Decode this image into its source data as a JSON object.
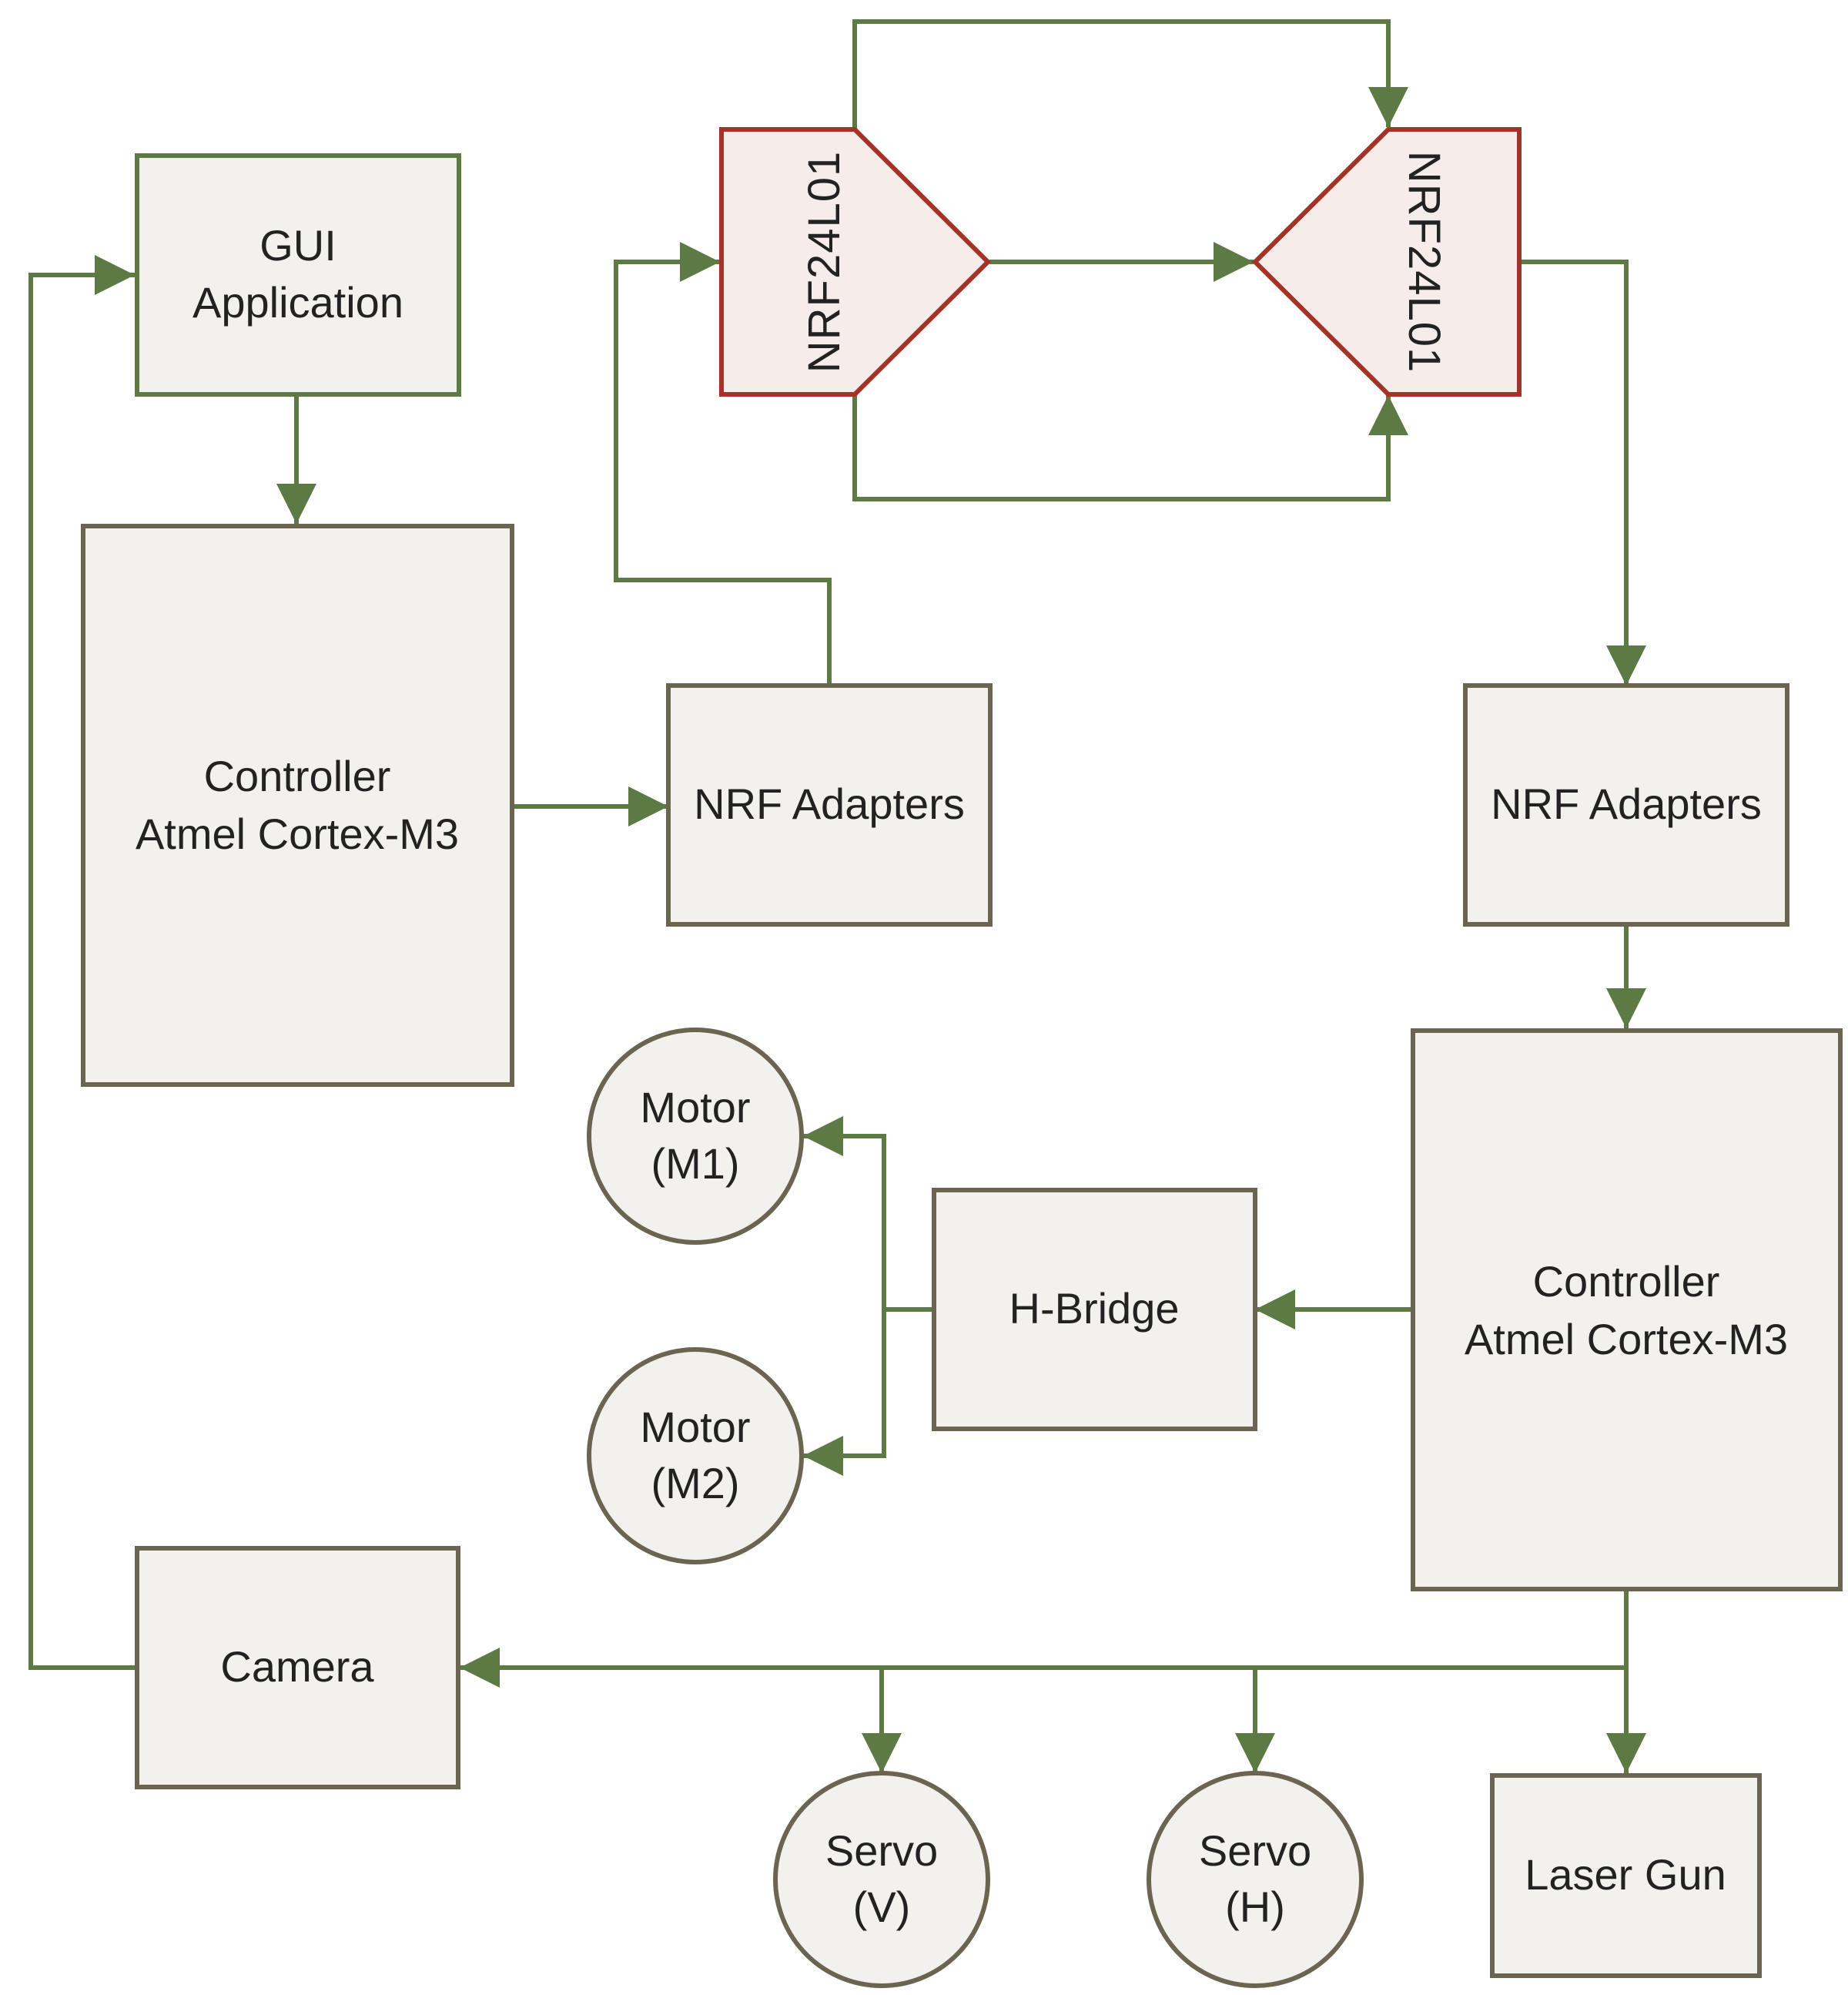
{
  "nodes": {
    "gui": {
      "line1": "GUI",
      "line2": "Application"
    },
    "controller_left": {
      "line1": "Controller",
      "line2": "Atmel Cortex-M3"
    },
    "nrf_adapters_left": {
      "label": "NRF Adapters"
    },
    "radio_left": {
      "label": "NRF24L01"
    },
    "radio_right": {
      "label": "NRF24L01"
    },
    "nrf_adapters_right": {
      "label": "NRF Adapters"
    },
    "controller_right": {
      "line1": "Controller",
      "line2": "Atmel Cortex-M3"
    },
    "hbridge": {
      "label": "H-Bridge"
    },
    "motor1": {
      "line1": "Motor",
      "line2": "(M1)"
    },
    "motor2": {
      "line1": "Motor",
      "line2": "(M2)"
    },
    "camera": {
      "label": "Camera"
    },
    "servo_v": {
      "line1": "Servo",
      "line2": "(V)"
    },
    "servo_h": {
      "line1": "Servo",
      "line2": "(H)"
    },
    "laser": {
      "label": "Laser Gun"
    }
  },
  "colors": {
    "box_fill": "#f2f1ee",
    "box_stroke": "#6b6450",
    "gui_stroke": "#5d7a45",
    "connector": "#5d7a45",
    "radio_fill": "#f6ecea",
    "radio_stroke": "#a33227"
  }
}
